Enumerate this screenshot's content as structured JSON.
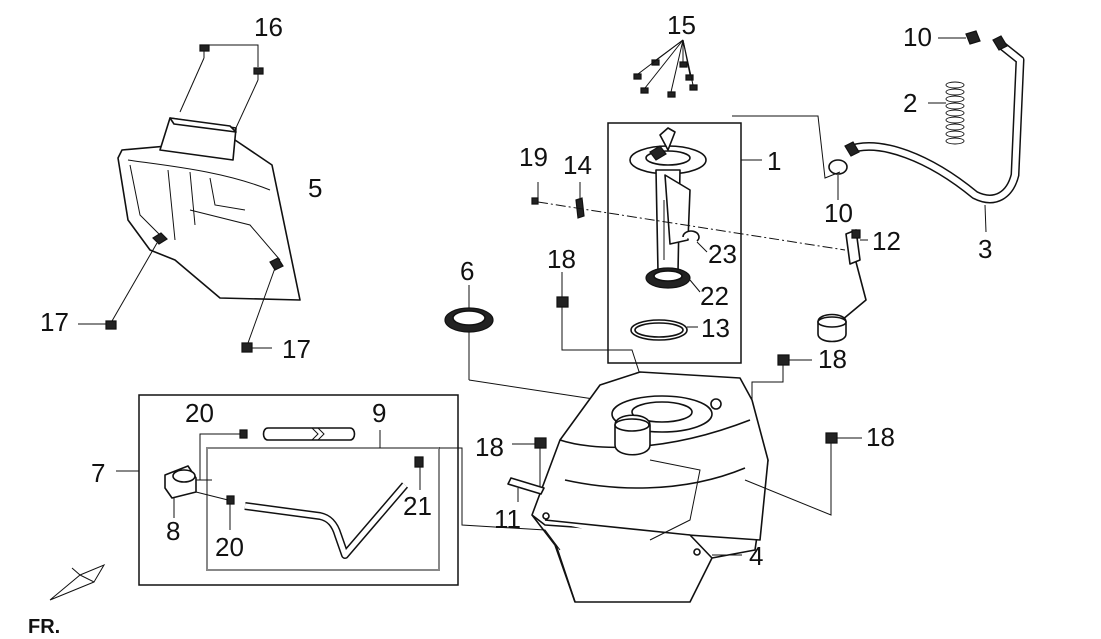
{
  "callouts": [
    {
      "id": "c1",
      "label": "1"
    },
    {
      "id": "c2",
      "label": "2"
    },
    {
      "id": "c3",
      "label": "3"
    },
    {
      "id": "c4",
      "label": "4"
    },
    {
      "id": "c5",
      "label": "5"
    },
    {
      "id": "c6",
      "label": "6"
    },
    {
      "id": "c7",
      "label": "7"
    },
    {
      "id": "c8",
      "label": "8"
    },
    {
      "id": "c9",
      "label": "9"
    },
    {
      "id": "c10a",
      "label": "10"
    },
    {
      "id": "c10b",
      "label": "10"
    },
    {
      "id": "c11",
      "label": "11"
    },
    {
      "id": "c12",
      "label": "12"
    },
    {
      "id": "c13",
      "label": "13"
    },
    {
      "id": "c14",
      "label": "14"
    },
    {
      "id": "c15",
      "label": "15"
    },
    {
      "id": "c16",
      "label": "16"
    },
    {
      "id": "c17a",
      "label": "17"
    },
    {
      "id": "c17b",
      "label": "17"
    },
    {
      "id": "c18a",
      "label": "18"
    },
    {
      "id": "c18b",
      "label": "18"
    },
    {
      "id": "c18c",
      "label": "18"
    },
    {
      "id": "c18d",
      "label": "18"
    },
    {
      "id": "c19",
      "label": "19"
    },
    {
      "id": "c20a",
      "label": "20"
    },
    {
      "id": "c20b",
      "label": "20"
    },
    {
      "id": "c21",
      "label": "21"
    },
    {
      "id": "c22",
      "label": "22"
    },
    {
      "id": "c23",
      "label": "23"
    }
  ],
  "direction_marker": {
    "label": "FR."
  }
}
